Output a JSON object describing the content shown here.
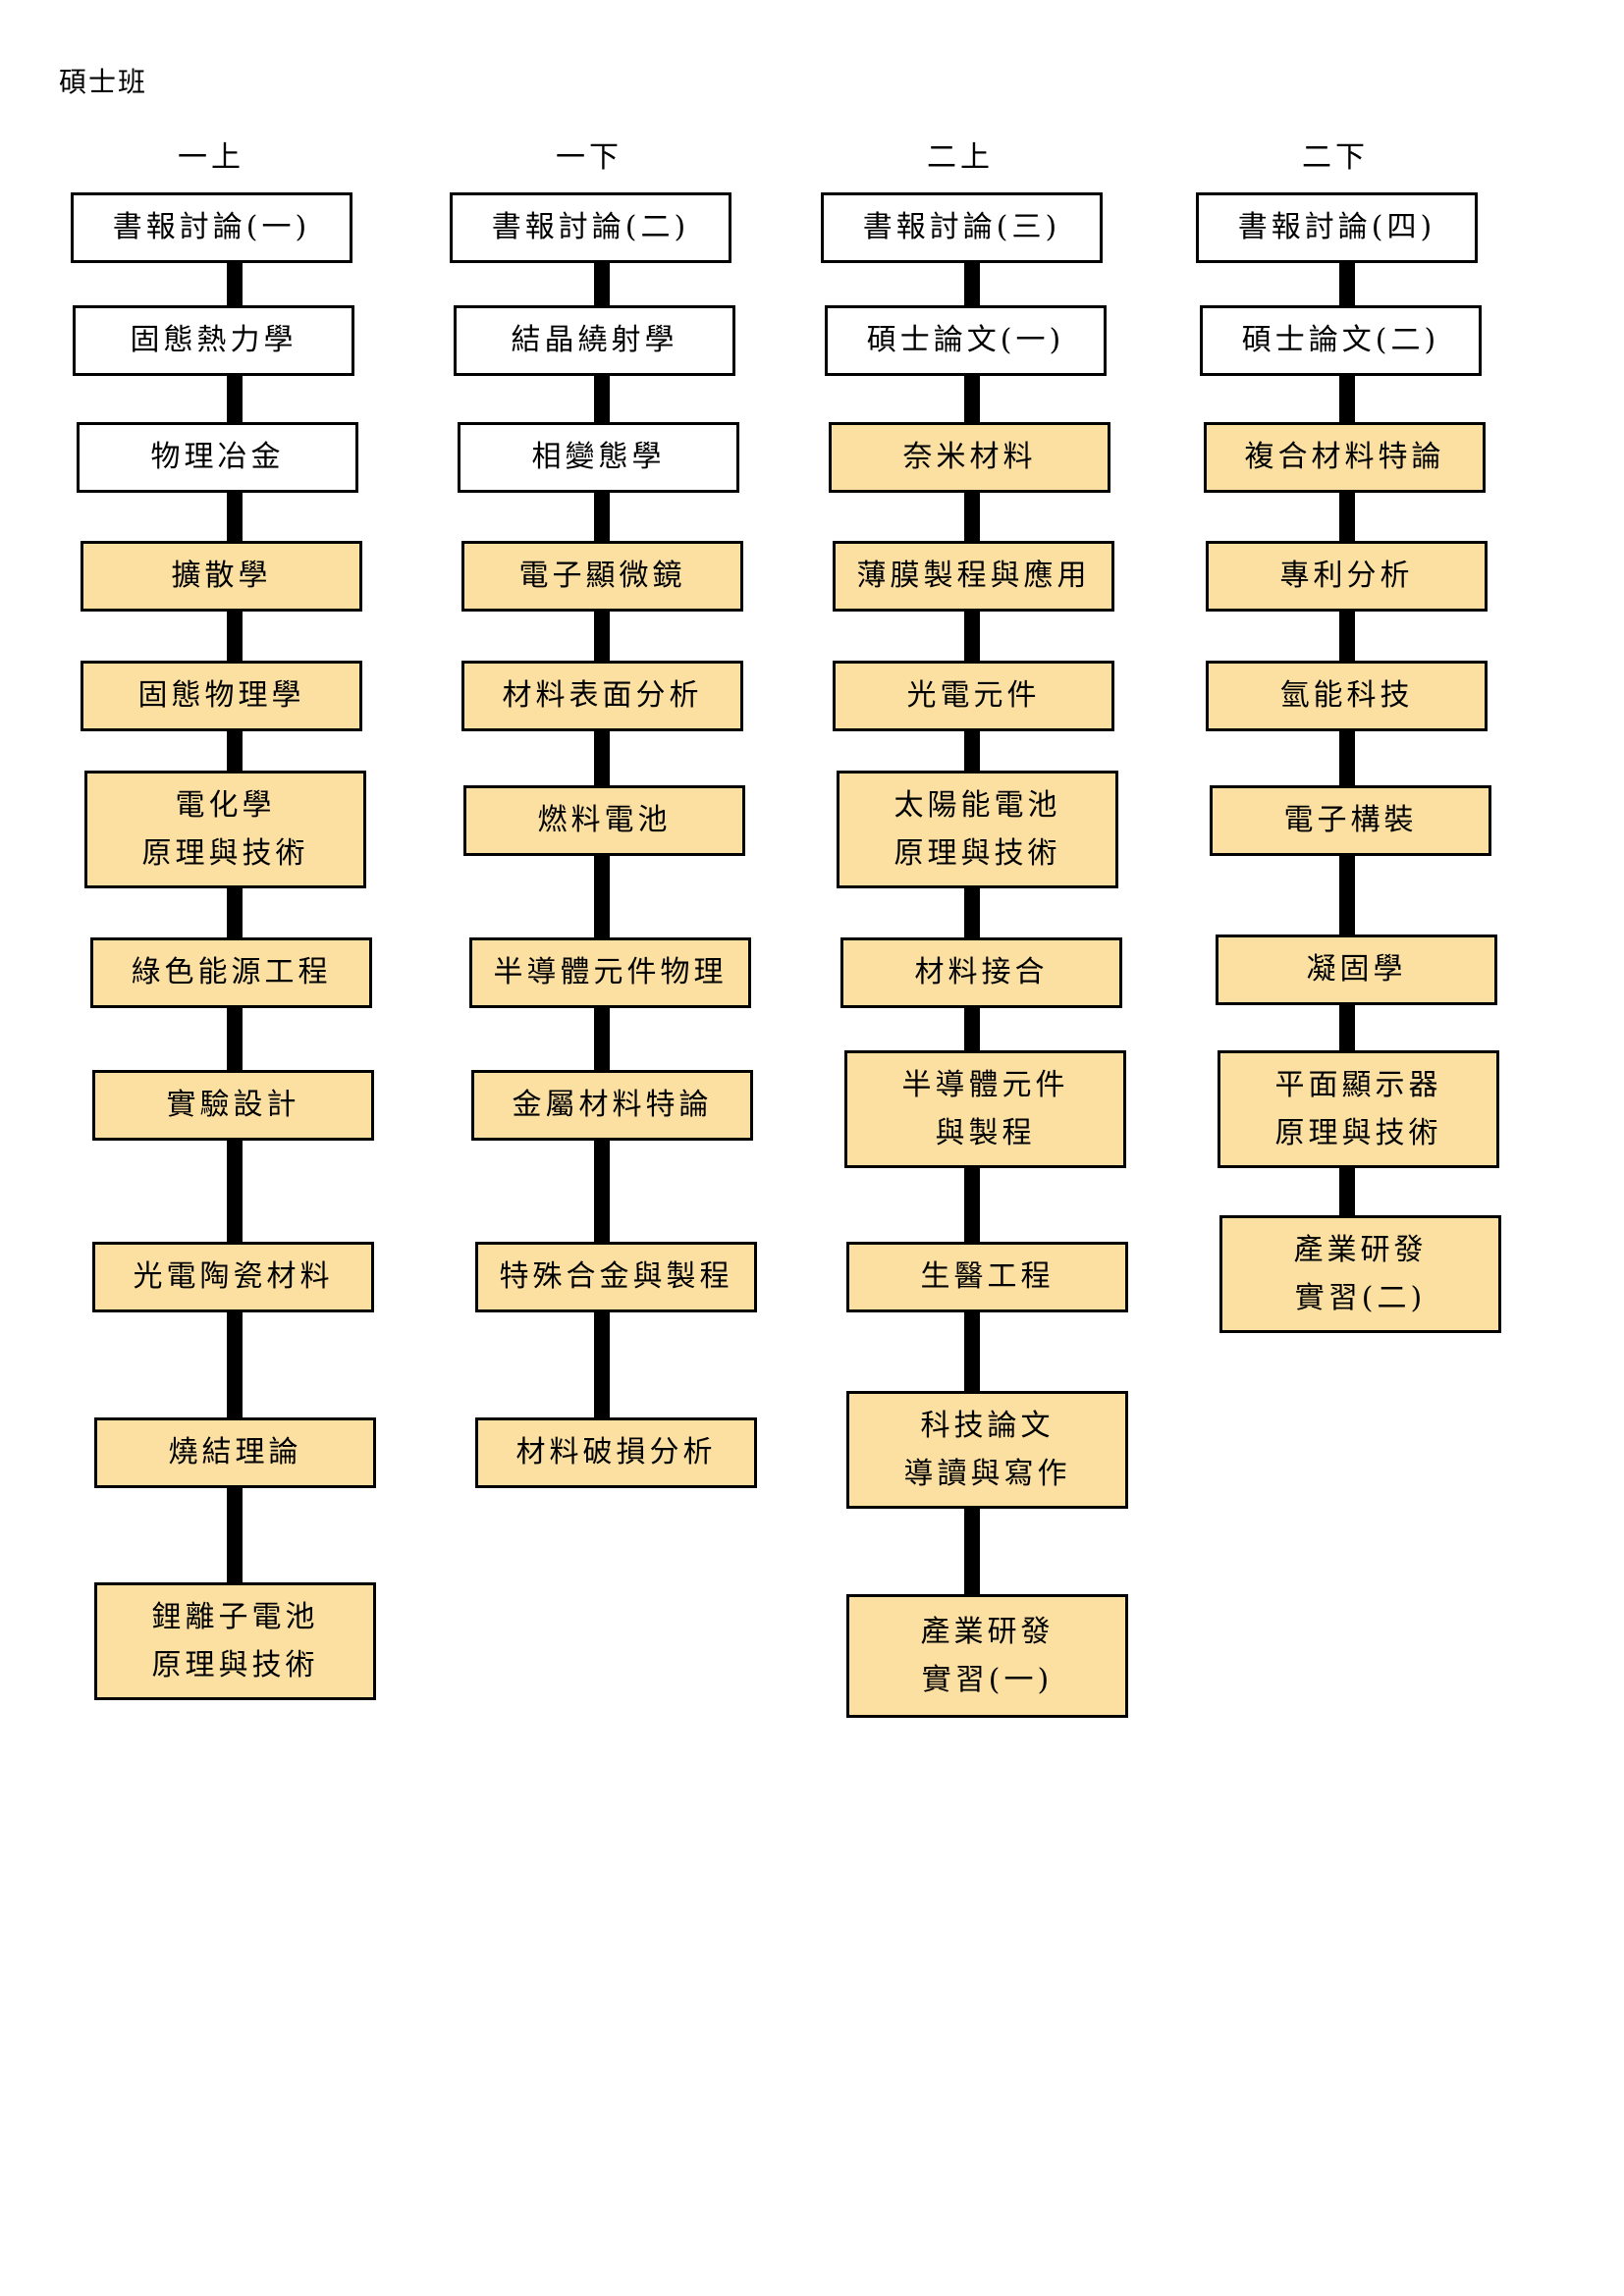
{
  "title": "碩士班",
  "colors": {
    "required_fill": "#ffffff",
    "elective_fill": "#fbe0a1",
    "border": "#000000"
  },
  "columns": [
    {
      "label": "一上",
      "courses": [
        {
          "lines": [
            "書報討論(一)"
          ],
          "type": "required"
        },
        {
          "lines": [
            "固態熱力學"
          ],
          "type": "required"
        },
        {
          "lines": [
            "物理冶金"
          ],
          "type": "required"
        },
        {
          "lines": [
            "擴散學"
          ],
          "type": "elective"
        },
        {
          "lines": [
            "固態物理學"
          ],
          "type": "elective"
        },
        {
          "lines": [
            "電化學",
            "原理與技術"
          ],
          "type": "elective"
        },
        {
          "lines": [
            "綠色能源工程"
          ],
          "type": "elective"
        },
        {
          "lines": [
            "實驗設計"
          ],
          "type": "elective"
        },
        {
          "lines": [
            "光電陶瓷材料"
          ],
          "type": "elective"
        },
        {
          "lines": [
            "燒結理論"
          ],
          "type": "elective"
        },
        {
          "lines": [
            "鋰離子電池",
            "原理與技術"
          ],
          "type": "elective"
        }
      ]
    },
    {
      "label": "一下",
      "courses": [
        {
          "lines": [
            "書報討論(二)"
          ],
          "type": "required"
        },
        {
          "lines": [
            "結晶繞射學"
          ],
          "type": "required"
        },
        {
          "lines": [
            "相變態學"
          ],
          "type": "required"
        },
        {
          "lines": [
            "電子顯微鏡"
          ],
          "type": "elective"
        },
        {
          "lines": [
            "材料表面分析"
          ],
          "type": "elective"
        },
        {
          "lines": [
            "燃料電池"
          ],
          "type": "elective"
        },
        {
          "lines": [
            "半導體元件物理"
          ],
          "type": "elective"
        },
        {
          "lines": [
            "金屬材料特論"
          ],
          "type": "elective"
        },
        {
          "lines": [
            "特殊合金與製程"
          ],
          "type": "elective"
        },
        {
          "lines": [
            "材料破損分析"
          ],
          "type": "elective"
        }
      ]
    },
    {
      "label": "二上",
      "courses": [
        {
          "lines": [
            "書報討論(三)"
          ],
          "type": "required"
        },
        {
          "lines": [
            "碩士論文(一)"
          ],
          "type": "required"
        },
        {
          "lines": [
            "奈米材料"
          ],
          "type": "elective"
        },
        {
          "lines": [
            "薄膜製程與應用"
          ],
          "type": "elective"
        },
        {
          "lines": [
            "光電元件"
          ],
          "type": "elective"
        },
        {
          "lines": [
            "太陽能電池",
            "原理與技術"
          ],
          "type": "elective"
        },
        {
          "lines": [
            "材料接合"
          ],
          "type": "elective"
        },
        {
          "lines": [
            "半導體元件",
            "與製程"
          ],
          "type": "elective"
        },
        {
          "lines": [
            "生醫工程"
          ],
          "type": "elective"
        },
        {
          "lines": [
            "科技論文",
            "導讀與寫作"
          ],
          "type": "elective"
        },
        {
          "lines": [
            "產業研發",
            "實習(一)"
          ],
          "type": "elective"
        }
      ]
    },
    {
      "label": "二下",
      "courses": [
        {
          "lines": [
            "書報討論(四)"
          ],
          "type": "required"
        },
        {
          "lines": [
            "碩士論文(二)"
          ],
          "type": "required"
        },
        {
          "lines": [
            "複合材料特論"
          ],
          "type": "elective"
        },
        {
          "lines": [
            "專利分析"
          ],
          "type": "elective"
        },
        {
          "lines": [
            "氫能科技"
          ],
          "type": "elective"
        },
        {
          "lines": [
            "電子構裝"
          ],
          "type": "elective"
        },
        {
          "lines": [
            "凝固學"
          ],
          "type": "elective"
        },
        {
          "lines": [
            "平面顯示器",
            "原理與技術"
          ],
          "type": "elective"
        },
        {
          "lines": [
            "產業研發",
            "實習(二)"
          ],
          "type": "elective"
        }
      ]
    }
  ]
}
